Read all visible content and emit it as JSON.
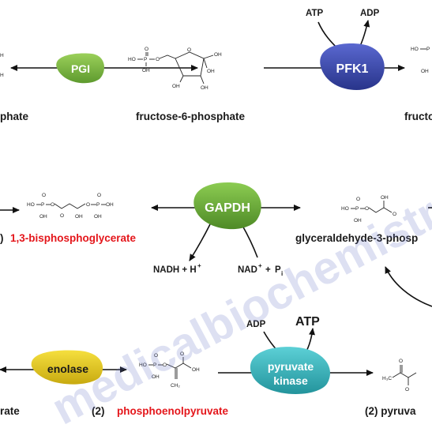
{
  "enzymes": {
    "pgi": "PGI",
    "pfk1": "PFK1",
    "gapdh": "GAPDH",
    "enolase": "enolase",
    "pyruvate_kinase_line1": "pyruvate",
    "pyruvate_kinase_line2": "kinase"
  },
  "compounds": {
    "row1_left_fragment": "phate",
    "fructose_6_phosphate": "fructose-6-phosphate",
    "row1_right_fragment": "fructo",
    "bisphosphoglycerate_prefix": ")",
    "bisphosphoglycerate": "1,3-bisphosphoglycerate",
    "glyceraldehyde_fragment": "glyceraldehyde-3-phosp",
    "row3_left_fragment": "rate",
    "pep_prefix": "(2)",
    "phosphoenolpyruvate": "phosphoenolpyruvate",
    "pyruvate_fragment": "(2) pyruva"
  },
  "cofactors": {
    "pfk1_in": "ATP",
    "pfk1_out": "ADP",
    "nadh": "NADH + H",
    "nadh_sup": "+",
    "nad": "NAD",
    "nad_sup": "+",
    "nad_plus": "+",
    "pi": "P",
    "pi_sub": "i",
    "pk_in": "ADP",
    "pk_out": "ATP"
  },
  "atoms": {
    "HO": "HO",
    "P": "P",
    "O": "O",
    "OH": "OH",
    "H": "H",
    "H3C": "H₃C",
    "CH2": "CH₂"
  },
  "watermark": "medicalbiochemistrypage",
  "colors": {
    "pgi": "#7ab648",
    "pfk1": "#3a48a8",
    "gapdh": "#6aaa3a",
    "enolase": "#e3c71d",
    "pyruvate_kinase": "#3ab0b8",
    "highlight": "#e4161b"
  }
}
